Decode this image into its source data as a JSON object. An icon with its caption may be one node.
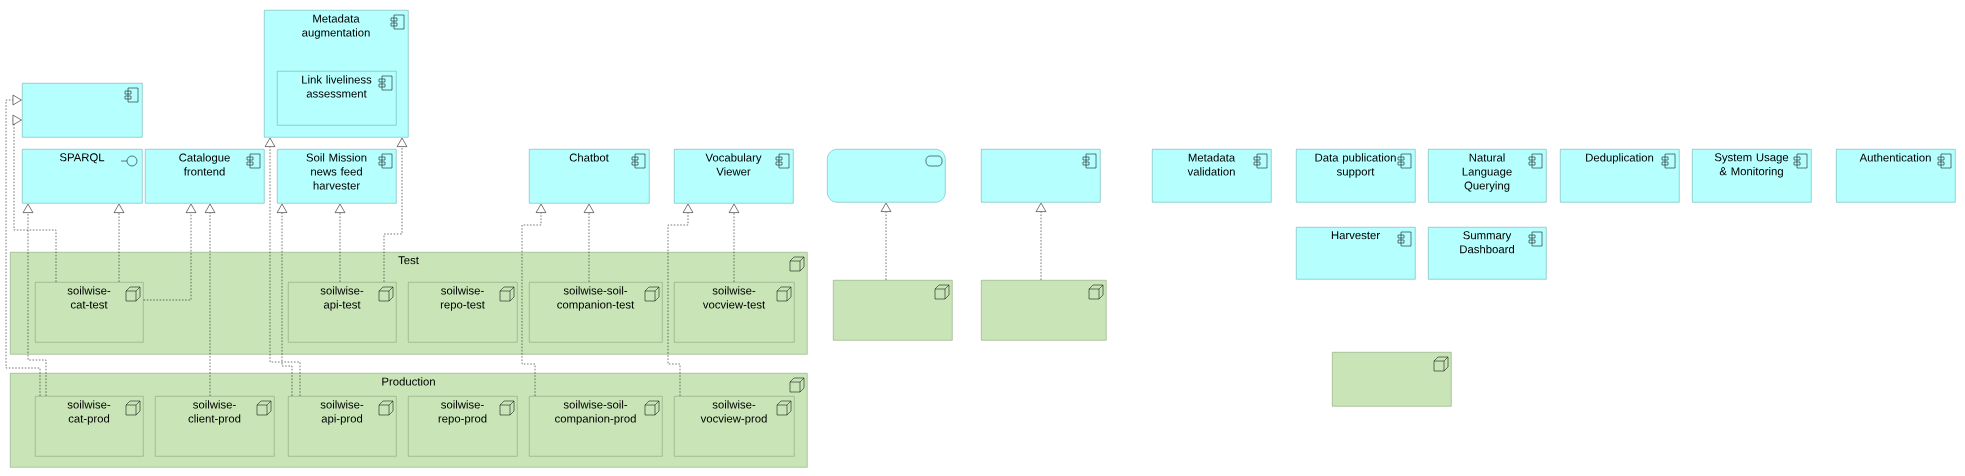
{
  "diagram": {
    "nodes": [
      {
        "text": [],
        "shape": "box"
      },
      {
        "text": [
          "Metadata augmentation"
        ]
      },
      {
        "text": [
          "Link liveliness assessment"
        ],
        "in": 1
      },
      {
        "text": [
          "SPARQL"
        ]
      },
      {
        "text": [
          "Catalogue frontend"
        ]
      },
      {
        "text": [
          "Soil Mission news feed harvester"
        ]
      },
      {
        "text": [
          "Chatbot"
        ]
      },
      {
        "text": [
          "Vocabulary Viewer"
        ]
      },
      {
        "text": [],
        "shape": "box"
      },
      {
        "text": [],
        "shape": "box"
      },
      {
        "text": [
          "Metadata validation"
        ]
      },
      {
        "text": [
          "Data publication support"
        ]
      },
      {
        "text": [
          "Natural Language Querying"
        ]
      },
      {
        "text": [
          "Deduplication"
        ]
      },
      {
        "text": [
          "System Usage & Monitoring"
        ]
      },
      {
        "text": [
          "Authentication"
        ]
      },
      {
        "text": [
          "Harvester"
        ]
      },
      {
        "text": [
          "Summary Dashboard"
        ]
      },
      {
        "text": [
          "Test"
        ]
      },
      {
        "text": [
          "soilwise-cat-test"
        ],
        "in": 18
      },
      {
        "text": [
          "soilwise-api-test"
        ],
        "in": 18
      },
      {
        "text": [
          "soilwise-repo-test"
        ],
        "in": 18
      },
      {
        "text": [
          "soilwise-soil-companion-test"
        ],
        "in": 18
      },
      {
        "text": [
          "soilwise-vocview-test"
        ],
        "in": 18
      },
      {
        "text": [],
        "shape": "box"
      },
      {
        "text": [],
        "shape": "box"
      },
      {
        "text": [
          "Production"
        ]
      },
      {
        "text": [
          "soilwise-cat-prod"
        ],
        "in": 26
      },
      {
        "text": [
          "soilwise-client-prod"
        ],
        "in": 26
      },
      {
        "text": [
          "soilwise-api-prod"
        ],
        "in": 26
      },
      {
        "text": [
          "soilwise-repo-prod"
        ],
        "in": 26
      },
      {
        "text": [
          "soilwise-soil-companion-prod"
        ],
        "in": 26
      },
      {
        "text": [
          "soilwise-vocview-prod"
        ],
        "in": 26
      },
      {
        "text": [],
        "shape": "box"
      }
    ],
    "edges": [
      {
        "from": 27,
        "to": 0,
        "arrow": "to"
      },
      {
        "from": 19,
        "to": 0,
        "arrow": "to"
      },
      {
        "from": 27,
        "to": 3,
        "arrow": "to"
      },
      {
        "from": 19,
        "to": 3,
        "arrow": "to"
      },
      {
        "from": 19,
        "to": 4,
        "arrow": "to"
      },
      {
        "from": 28,
        "to": 4,
        "arrow": "to"
      },
      {
        "from": 29,
        "to": 1,
        "arrow": "to"
      },
      {
        "from": 20,
        "to": 1,
        "arrow": "to"
      },
      {
        "from": 29,
        "to": 5,
        "arrow": "to"
      },
      {
        "from": 20,
        "to": 5,
        "arrow": "to"
      },
      {
        "from": 31,
        "to": 6,
        "arrow": "to"
      },
      {
        "from": 22,
        "to": 6,
        "arrow": "to"
      },
      {
        "from": 32,
        "to": 7,
        "arrow": "to"
      },
      {
        "from": 23,
        "to": 7,
        "arrow": "to"
      },
      {
        "from": 24,
        "to": 8,
        "arrow": "to"
      },
      {
        "from": 25,
        "to": 9,
        "arrow": "to"
      }
    ]
  }
}
